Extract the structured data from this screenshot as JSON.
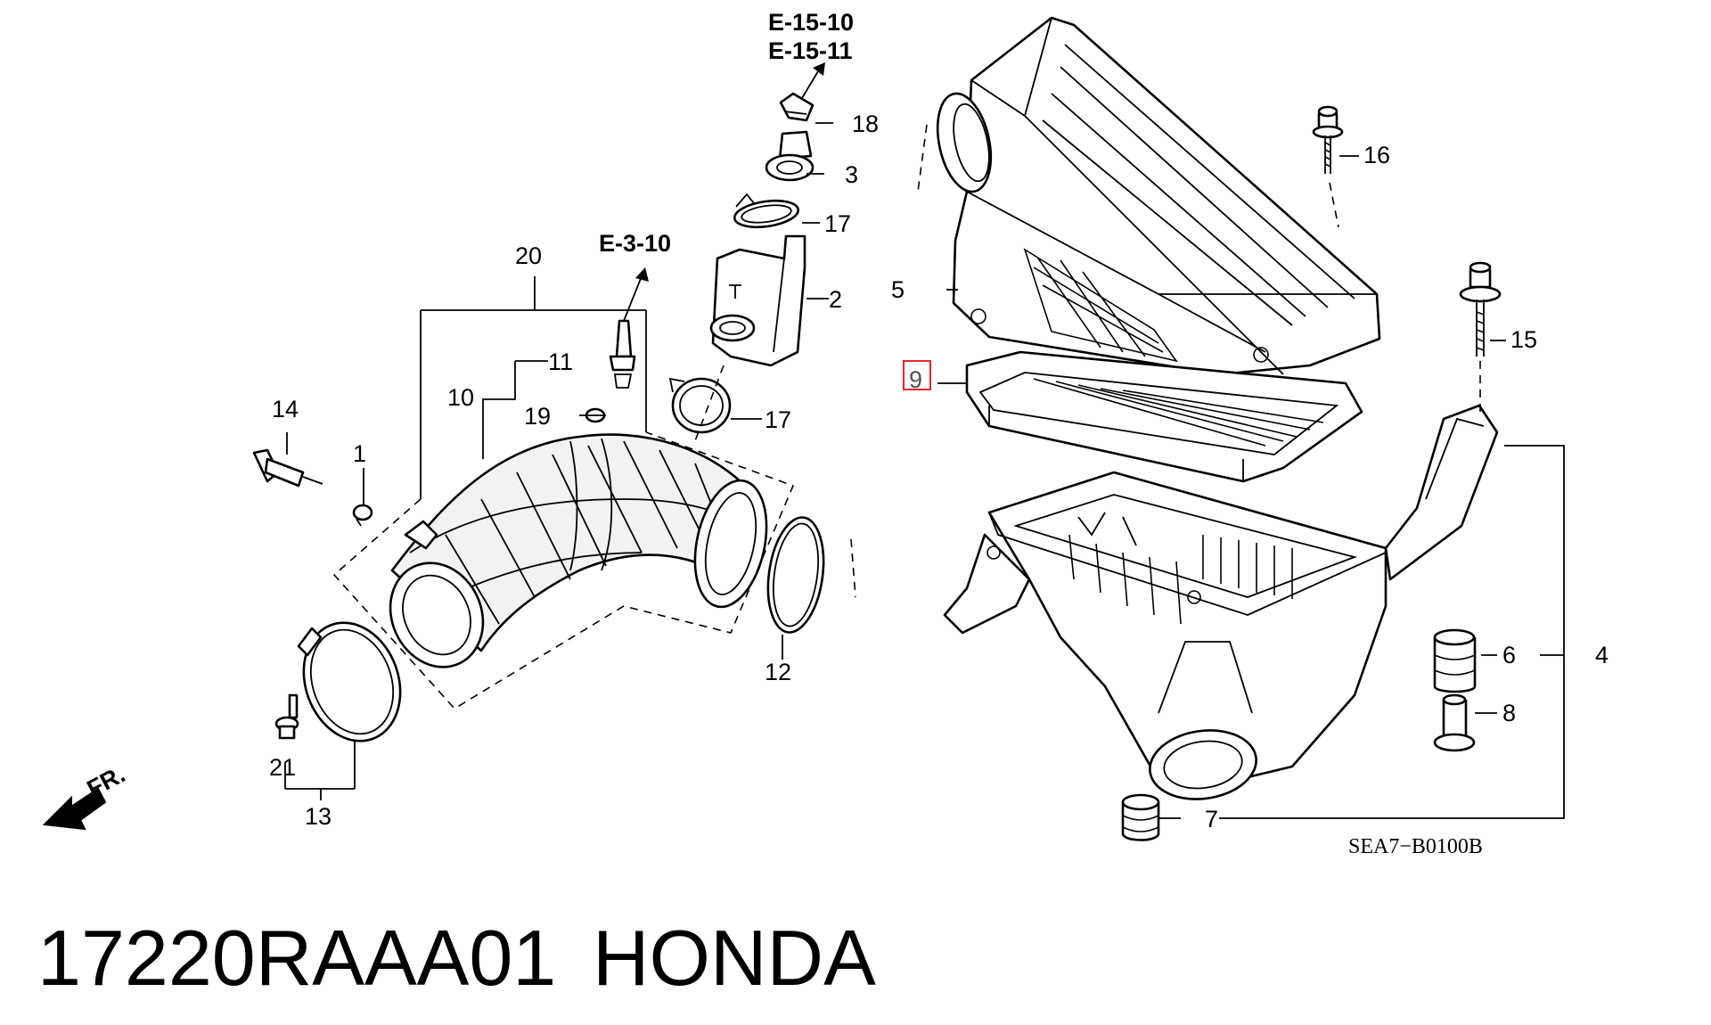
{
  "diagram": {
    "callouts": {
      "c1": "1",
      "c2": "2",
      "c3": "3",
      "c4": "4",
      "c5": "5",
      "c6": "6",
      "c7": "7",
      "c8": "8",
      "c9": "9",
      "c10": "10",
      "c11": "11",
      "c12": "12",
      "c13": "13",
      "c14": "14",
      "c15": "15",
      "c16": "16",
      "c17a": "17",
      "c17b": "17",
      "c18": "18",
      "c19": "19",
      "c20": "20",
      "c21": "21"
    },
    "references": {
      "ref_top_1": "E-15-10",
      "ref_top_2": "E-15-11",
      "ref_mid": "E-3-10"
    },
    "direction_label": "FR.",
    "diagram_code": "SEA7−B0100B",
    "highlight_color": "#e8262d"
  },
  "caption": {
    "part_number": "17220RAAA01",
    "brand": "HONDA"
  }
}
